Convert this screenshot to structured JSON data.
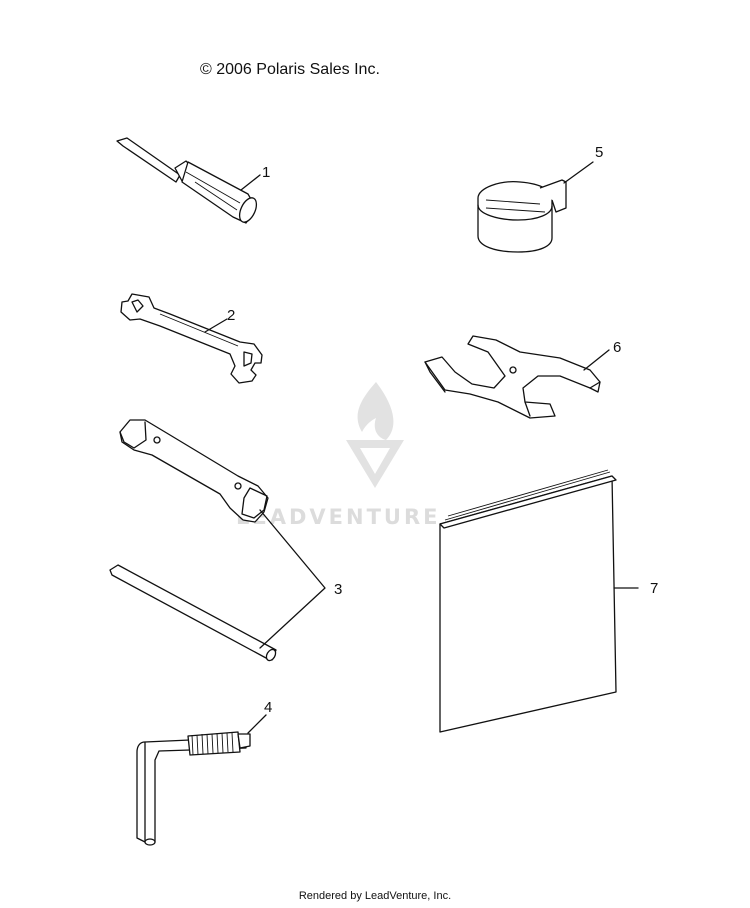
{
  "header": {
    "copyright": "© 2006 Polaris Sales Inc."
  },
  "footer": {
    "rendered_by": "Rendered by LeadVenture, Inc."
  },
  "watermark": {
    "text": "LEADVENTURE"
  },
  "callouts": [
    {
      "id": "1",
      "label": "1",
      "part": "screwdriver"
    },
    {
      "id": "2",
      "label": "2",
      "part": "open-end-wrench"
    },
    {
      "id": "3",
      "label": "3",
      "part": "spark-plug-socket-wrench-and-bar"
    },
    {
      "id": "4",
      "label": "4",
      "part": "hex-key"
    },
    {
      "id": "5",
      "label": "5",
      "part": "strap"
    },
    {
      "id": "6",
      "label": "6",
      "part": "spanner-wrench"
    },
    {
      "id": "7",
      "label": "7",
      "part": "owner-manual"
    }
  ]
}
